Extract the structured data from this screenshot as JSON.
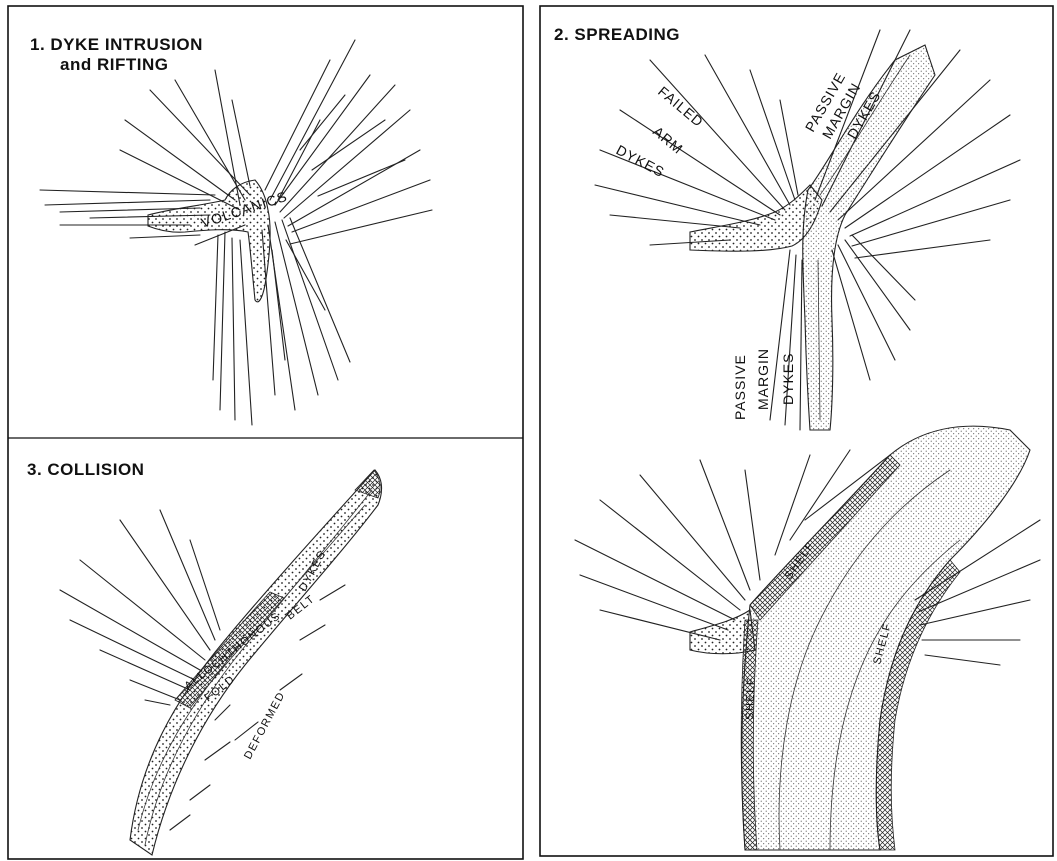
{
  "panels": {
    "intrusion": {
      "title_line1": "1. DYKE INTRUSION",
      "title_line2": "and RIFTING",
      "volcanics": "VOLCANICS"
    },
    "spreading": {
      "title": "2. SPREADING",
      "failed_1": "FAILED",
      "failed_2": "ARM",
      "failed_3": "DYKES",
      "passive_upper_1": "PASSIVE",
      "passive_upper_2": "MARGIN",
      "passive_upper_3": "DYKES",
      "passive_lower_1": "PASSIVE",
      "passive_lower_2": "MARGIN",
      "passive_lower_3": "DYKES",
      "shelf": "SHELF"
    },
    "collision": {
      "title": "3. COLLISION",
      "allochthonous": "ALLOCHTHONOUS",
      "fold": "FOLD",
      "belt": "BELT",
      "deformed": "DEFORMED",
      "dykes": "DYKES"
    }
  }
}
